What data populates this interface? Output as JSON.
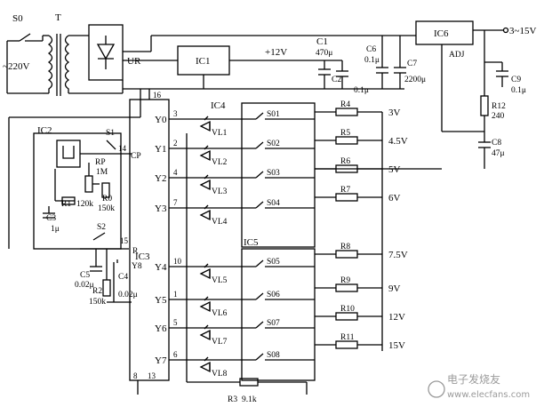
{
  "labels": {
    "s0": "S0",
    "t": "T",
    "mains": "~220V",
    "ur": "UR",
    "ic1": "IC1",
    "plus12": "+12V",
    "c1": "C1",
    "c1v": "470μ",
    "c2": "C2",
    "c2v": "0.1μ",
    "c6": "C6",
    "c6v": "0.1μ",
    "c7": "C7",
    "c7v": "2200μ",
    "ic6": "IC6",
    "adj": "ADJ",
    "out": "3~15V",
    "c9": "C9",
    "c9v": "0.1μ",
    "r12": "R12",
    "r12v": "240",
    "c8": "C8",
    "c8v": "47μ",
    "ic2": "IC2",
    "s1": "S1",
    "cp": "CP",
    "rp": "RP",
    "rpv": "1M",
    "r1": "R1",
    "r1v": "120k",
    "r0": "R0",
    "r0v": "150k",
    "c3": "C3",
    "c3v": "1μ",
    "s2": "S2",
    "r": "R",
    "c5": "C5",
    "c5v": "0.02μ",
    "c4": "C4",
    "c4v": "0.02μ",
    "r2": "R2",
    "r2v": "150k",
    "ic3": "IC3",
    "ic4": "IC4",
    "ic5": "IC5",
    "r3": "R3",
    "r3v": "9.1k",
    "watermark": "电子发烧友",
    "watermark_url": "www.elecfans.com"
  },
  "outputs": [
    {
      "y": "Y0",
      "pin": "3",
      "led": "VL1",
      "sw": "S01",
      "res": "R4",
      "volt": "3V"
    },
    {
      "y": "Y1",
      "pin": "2",
      "led": "VL2",
      "sw": "S02",
      "res": "R5",
      "volt": "4.5V"
    },
    {
      "y": "Y2",
      "pin": "4",
      "led": "VL3",
      "sw": "S03",
      "res": "R6",
      "volt": "5V"
    },
    {
      "y": "Y3",
      "pin": "7",
      "led": "VL4",
      "sw": "S04",
      "res": "R7",
      "volt": "6V"
    },
    {
      "y": "Y4",
      "pin": "10",
      "led": "VL5",
      "sw": "S05",
      "res": "R8",
      "volt": "7.5V"
    },
    {
      "y": "Y5",
      "pin": "1",
      "led": "VL6",
      "sw": "S06",
      "res": "R9",
      "volt": "9V"
    },
    {
      "y": "Y6",
      "pin": "5",
      "led": "VL7",
      "sw": "S07",
      "res": "R10",
      "volt": "12V"
    },
    {
      "y": "Y7",
      "pin": "6",
      "led": "VL8",
      "sw": "S08",
      "res": "R11",
      "volt": "15V"
    }
  ],
  "ic3_pins": {
    "p16": "16",
    "p14": "14",
    "p15": "15",
    "p8": "8",
    "p13": "13",
    "y8": "Y8"
  }
}
